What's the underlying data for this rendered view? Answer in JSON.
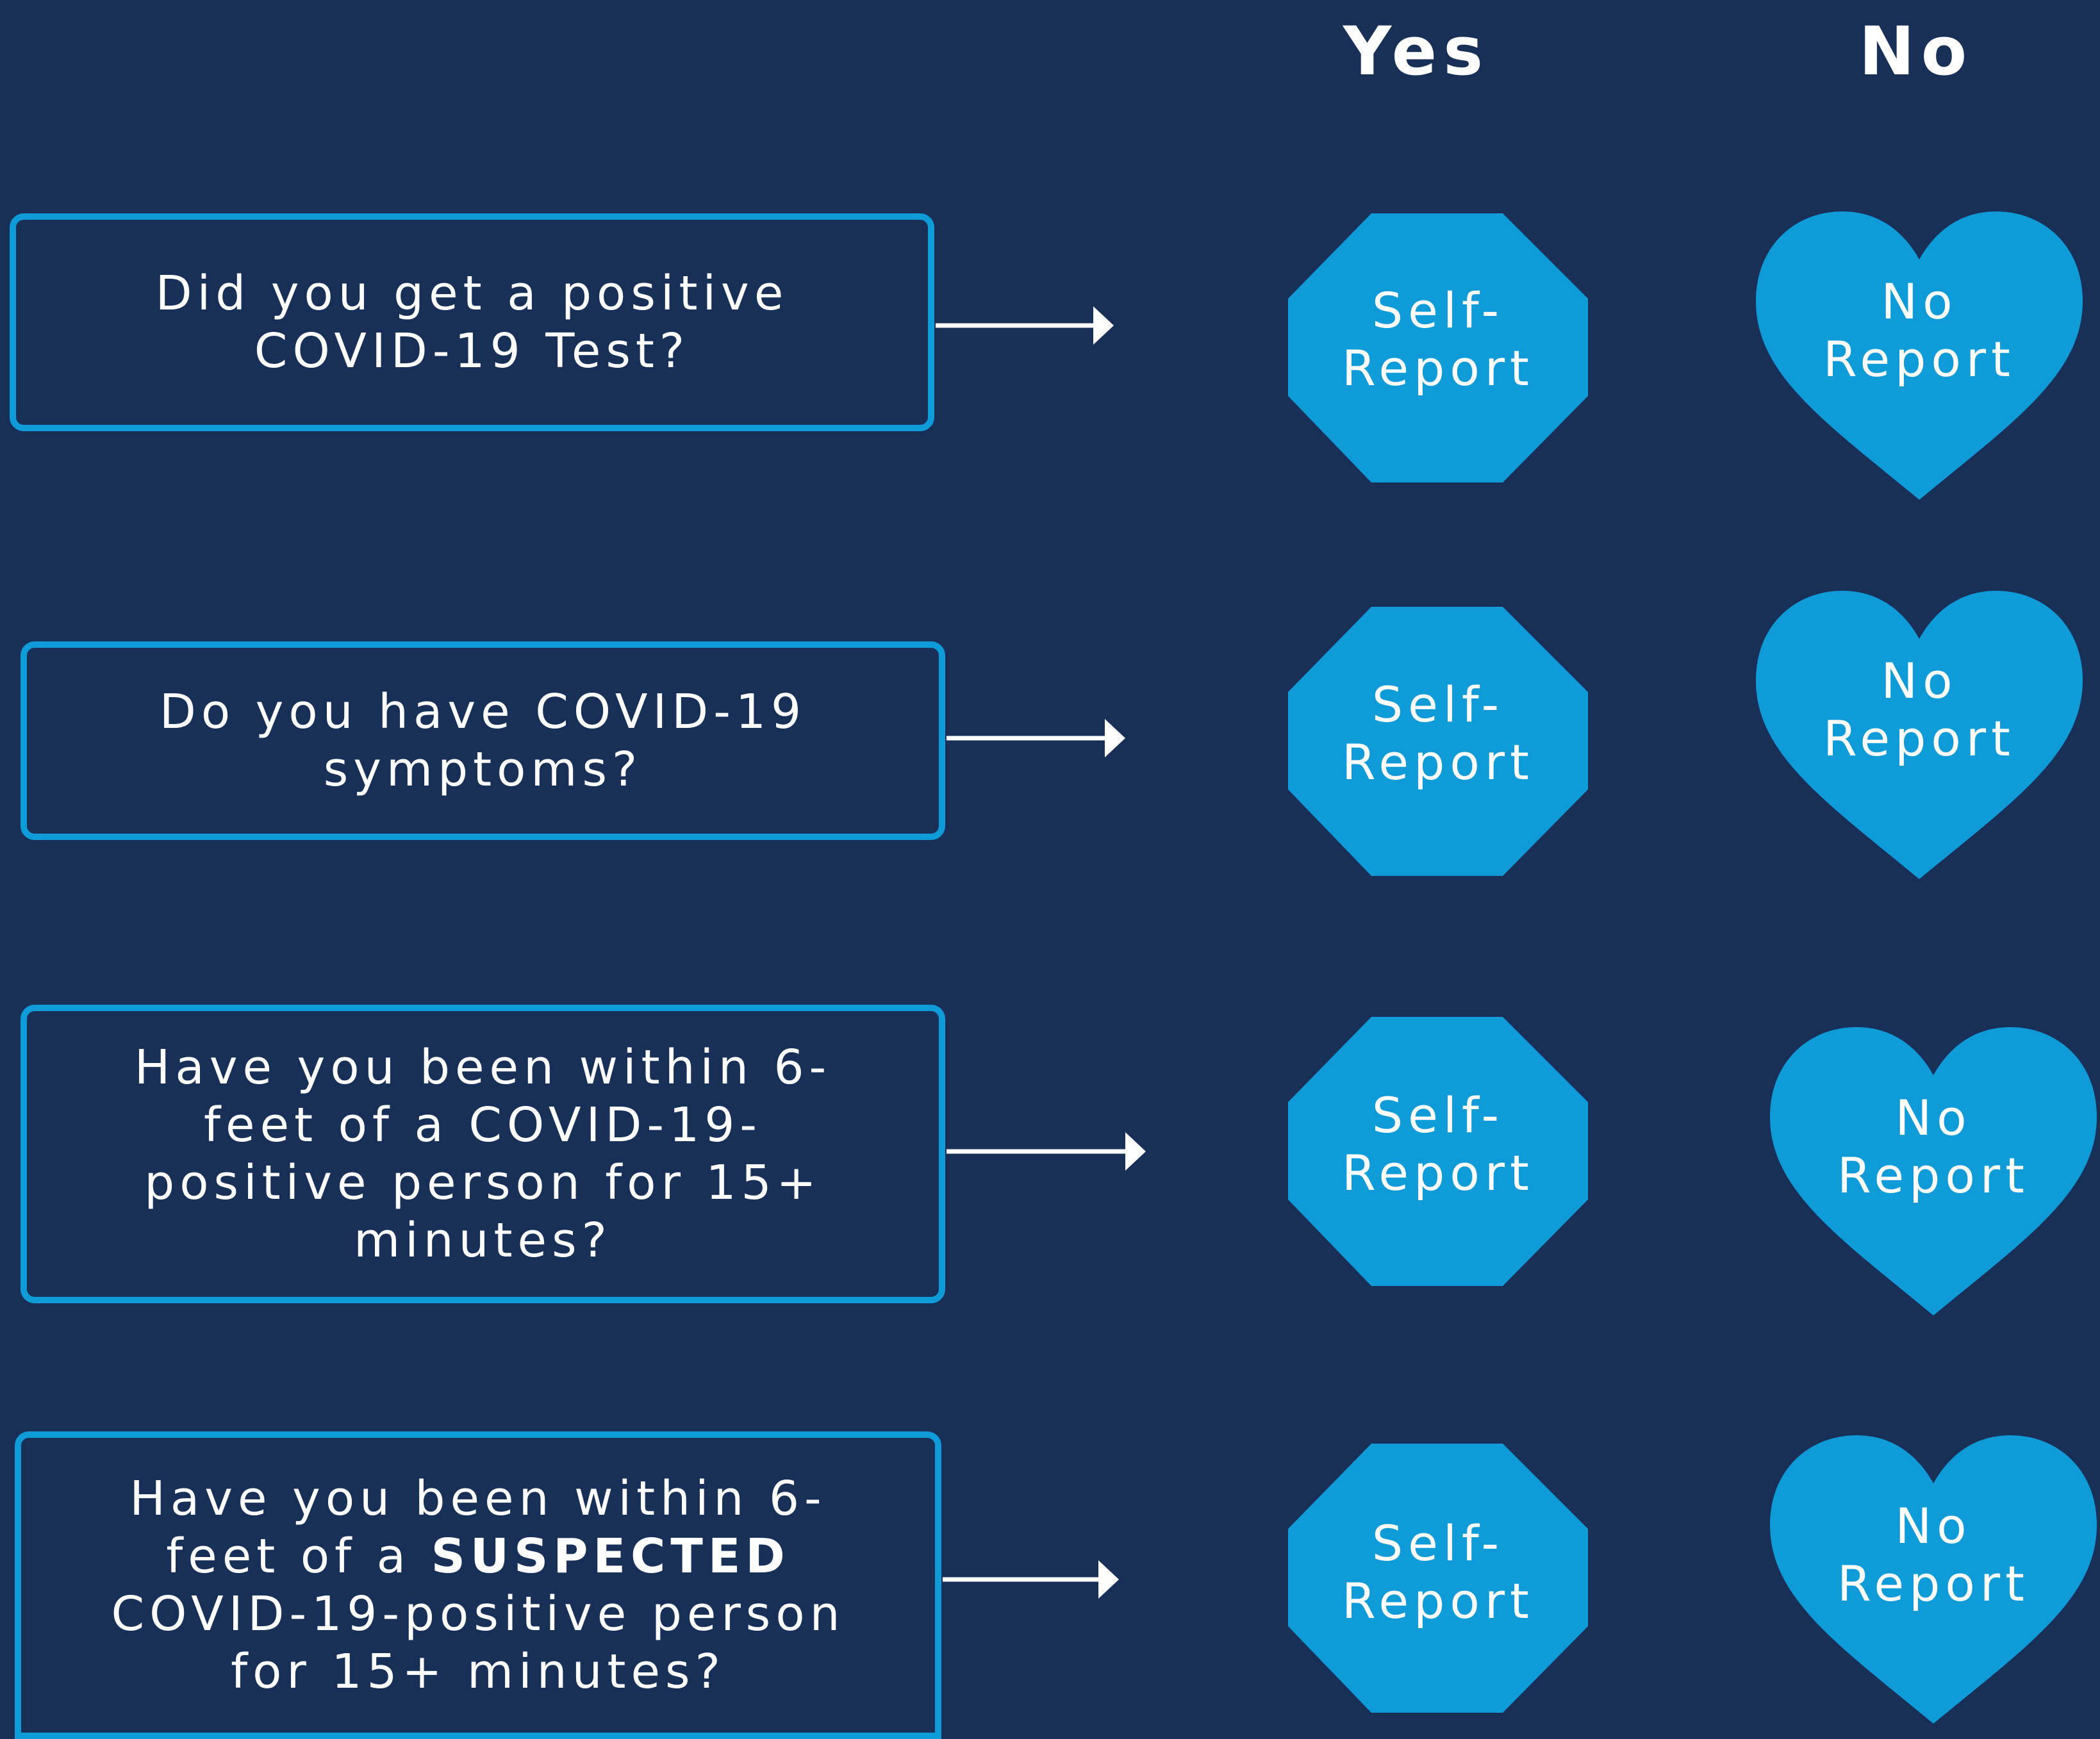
{
  "headers": {
    "yes": "Yes",
    "no": "No"
  },
  "questions": [
    {
      "lines": [
        "Did you get a positive",
        "COVID-19 Test?"
      ],
      "yes_label": [
        "Self-",
        "Report"
      ],
      "no_label": [
        "No",
        "Report"
      ]
    },
    {
      "lines": [
        "Do you have COVID-19",
        "symptoms?"
      ],
      "yes_label": [
        "Self-",
        "Report"
      ],
      "no_label": [
        "No",
        "Report"
      ]
    },
    {
      "lines": [
        "Have you been within 6-",
        "feet of a COVID-19-",
        "positive person for 15+",
        "minutes?"
      ],
      "yes_label": [
        "Self-",
        "Report"
      ],
      "no_label": [
        "No",
        "Report"
      ]
    },
    {
      "lines": [
        "Have you been within 6-",
        "feet of a SUSPECTED",
        "COVID-19-positive person",
        "for 15+ minutes?"
      ],
      "emphasis": "SUSPECTED",
      "yes_label": [
        "Self-",
        "Report"
      ],
      "no_label": [
        "No",
        "Report"
      ]
    }
  ],
  "colors": {
    "background": "#183058",
    "accent": "#0f9ad8",
    "text": "#ffffff"
  },
  "icons": {
    "yes_shape": "octagon-icon",
    "no_shape": "heart-icon",
    "connector": "arrow-right-icon"
  }
}
